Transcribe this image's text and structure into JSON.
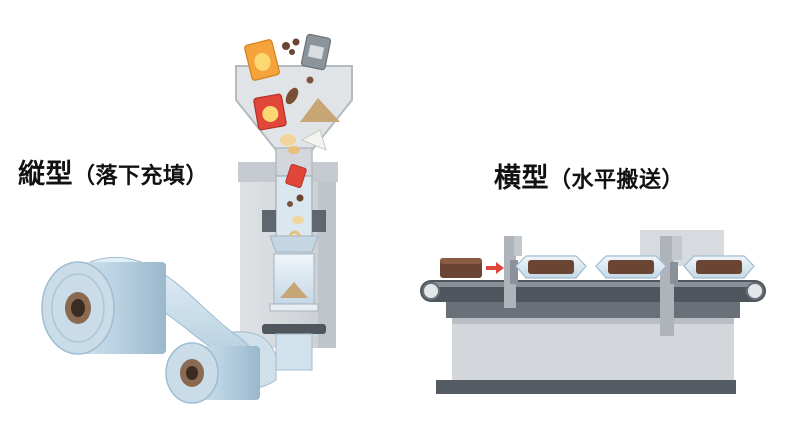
{
  "labels": {
    "vertical_main": "縦型",
    "vertical_sub": "（落下充填）",
    "horizontal_main": "横型",
    "horizontal_sub": "（水平搬送）"
  },
  "colors": {
    "frame": "#d3d7db",
    "frame_dark": "#aeb4ba",
    "film": "#c9dde9",
    "film_dark": "#9fbfd4",
    "belt": "#6a7078",
    "product": "#6b4534",
    "arrow": "#e0473a",
    "chip_bag": "#f4a43a",
    "chip_bag_red": "#e0473a"
  },
  "icons": {
    "falling_items": [
      "chip-bag-icon",
      "snack-bag-icon",
      "nut-icon",
      "powder-icon",
      "cracker-icon"
    ],
    "product": "brownie-block-icon"
  }
}
